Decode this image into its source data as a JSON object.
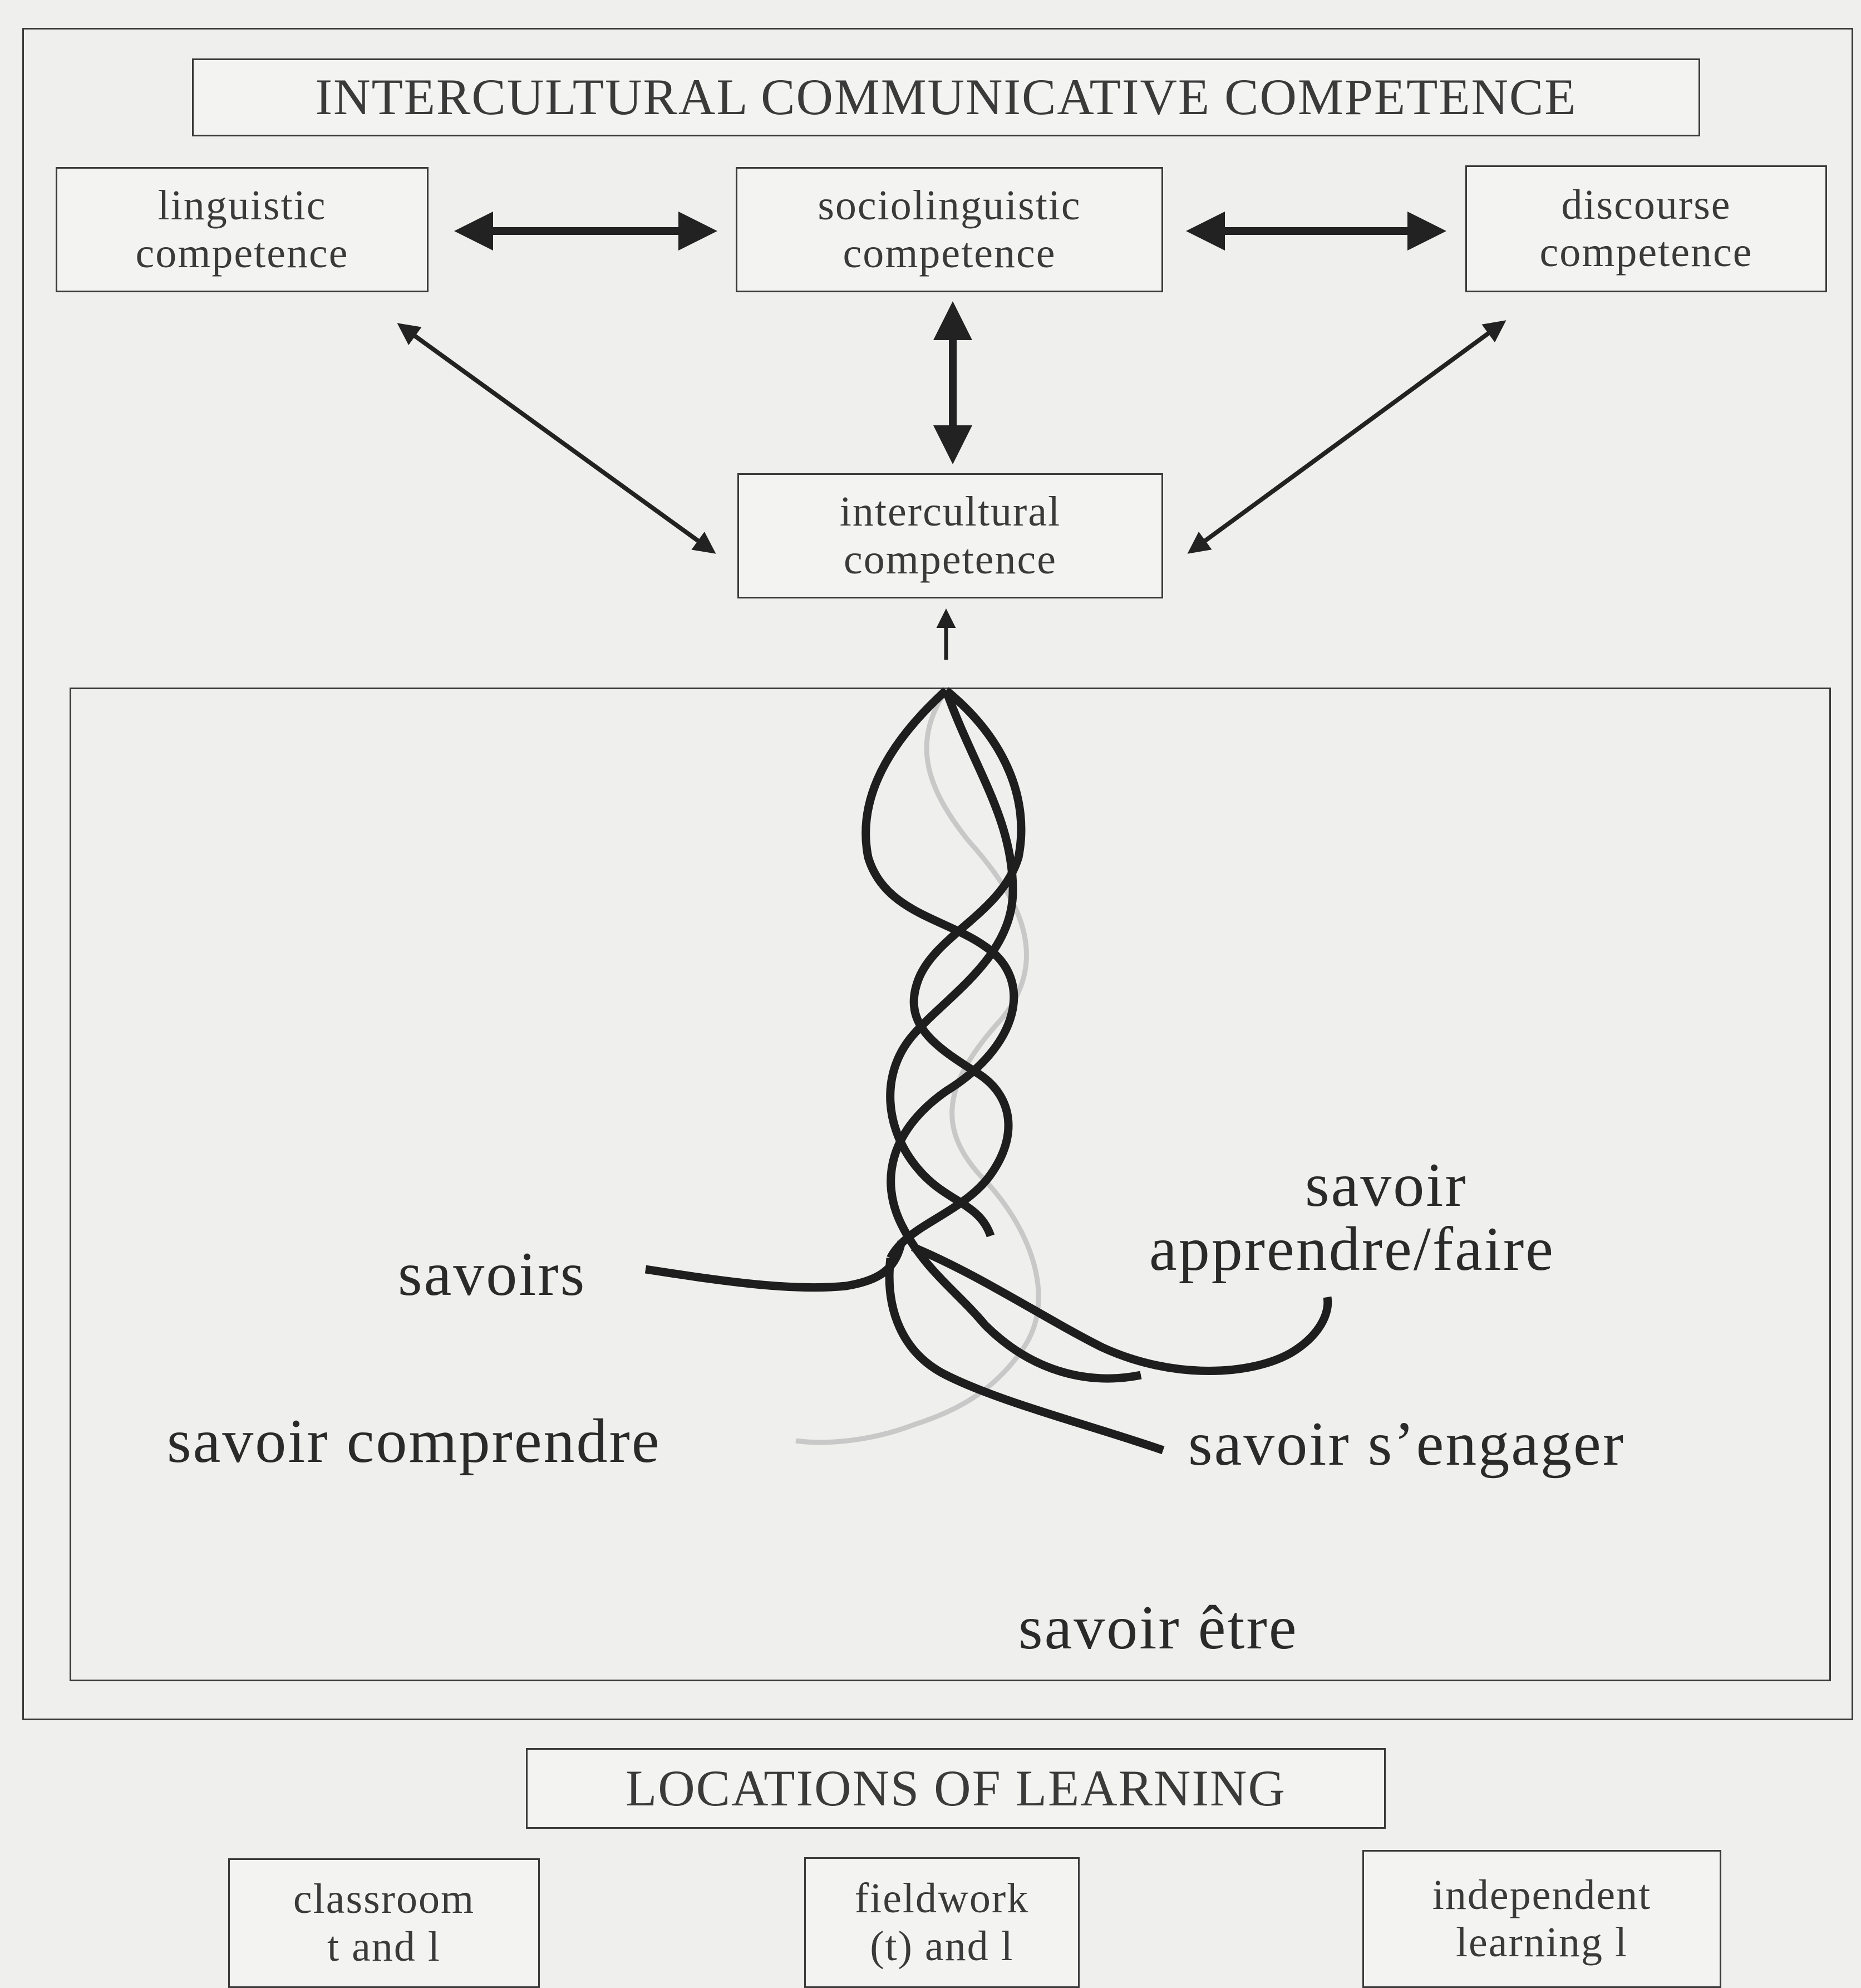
{
  "icc": {
    "title": "INTERCULTURAL COMMUNICATIVE COMPETENCE",
    "linguistic": [
      "linguistic",
      "competence"
    ],
    "sociolinguistic": [
      "sociolinguistic",
      "competence"
    ],
    "discourse": [
      "discourse",
      "competence"
    ],
    "intercultural": [
      "intercultural",
      "competence"
    ]
  },
  "strands": {
    "savoirs": "savoirs",
    "savoir_apprendre_line1": "savoir",
    "savoir_apprendre_line2": "apprendre/faire",
    "savoir_comprendre": "savoir comprendre",
    "savoir_sengager": "savoir s’engager",
    "savoir_etre": "savoir être"
  },
  "locations": {
    "title": "LOCATIONS OF LEARNING",
    "classroom": [
      "classroom",
      "t and l"
    ],
    "fieldwork": [
      "fieldwork",
      "(t) and l"
    ],
    "independent": [
      "independent",
      "learning l"
    ]
  },
  "colors": {
    "background": "#efefed",
    "ink": "#2a2a2a",
    "faint_strand": "#c8c8c8"
  }
}
